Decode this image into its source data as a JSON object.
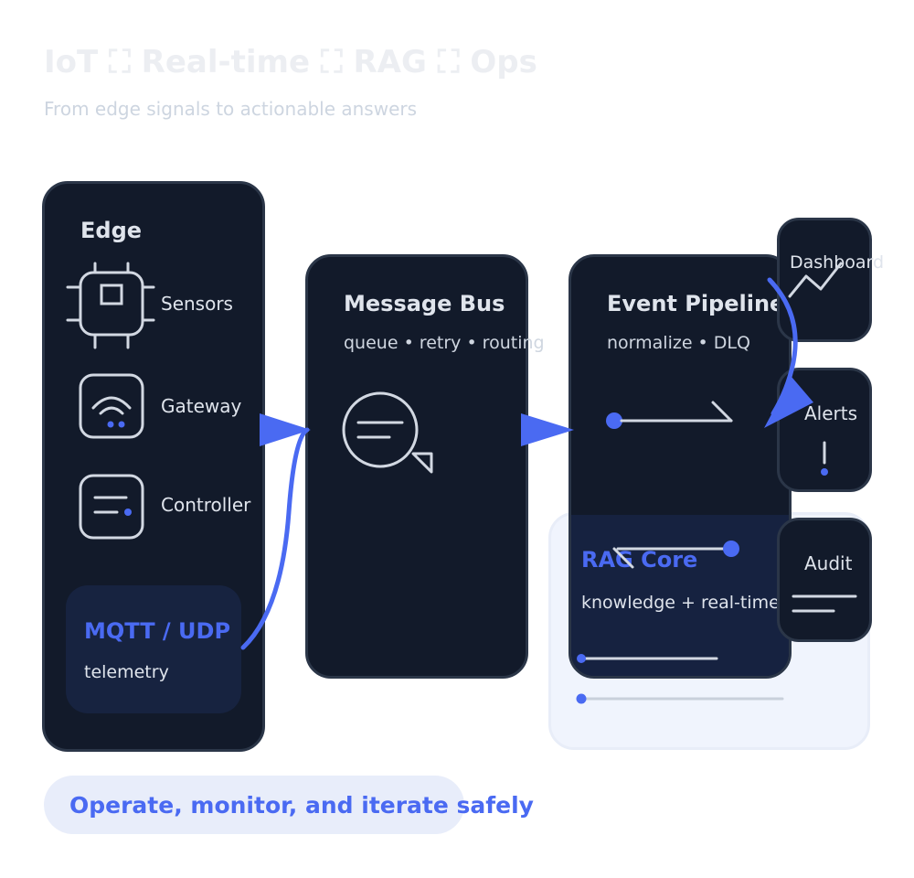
{
  "header": {
    "title": "IoT ⛶ Real-time ⛶ RAG ⛶ Ops",
    "subtitle": "From edge signals to actionable answers"
  },
  "edge": {
    "title": "Edge",
    "items": [
      {
        "label": "Sensors",
        "icon": "chip-icon"
      },
      {
        "label": "Gateway",
        "icon": "wifi-router-icon"
      },
      {
        "label": "Controller",
        "icon": "controller-icon"
      }
    ],
    "protocol": {
      "title": "MQTT / UDP",
      "subtitle": "telemetry"
    }
  },
  "message_bus": {
    "title": "Message Bus",
    "subtitle": "queue • retry • routing",
    "icon": "message-bubble-icon"
  },
  "event_pipeline": {
    "title": "Event Pipeline",
    "subtitle": "normalize • DLQ"
  },
  "rag": {
    "title": "RAG Core",
    "subtitle": "knowledge + real-time context"
  },
  "outputs": [
    {
      "label": "Dashboard",
      "icon": "line-chart-icon"
    },
    {
      "label": "Alerts",
      "icon": "exclamation-icon"
    },
    {
      "label": "Audit",
      "icon": "log-lines-icon"
    }
  ],
  "tagline": "Operate, monitor, and iterate safely",
  "colors": {
    "accent": "#4a6af2",
    "card": "#121a2a",
    "card_border": "#2b3648",
    "icon_stroke": "#d2d8e2"
  }
}
